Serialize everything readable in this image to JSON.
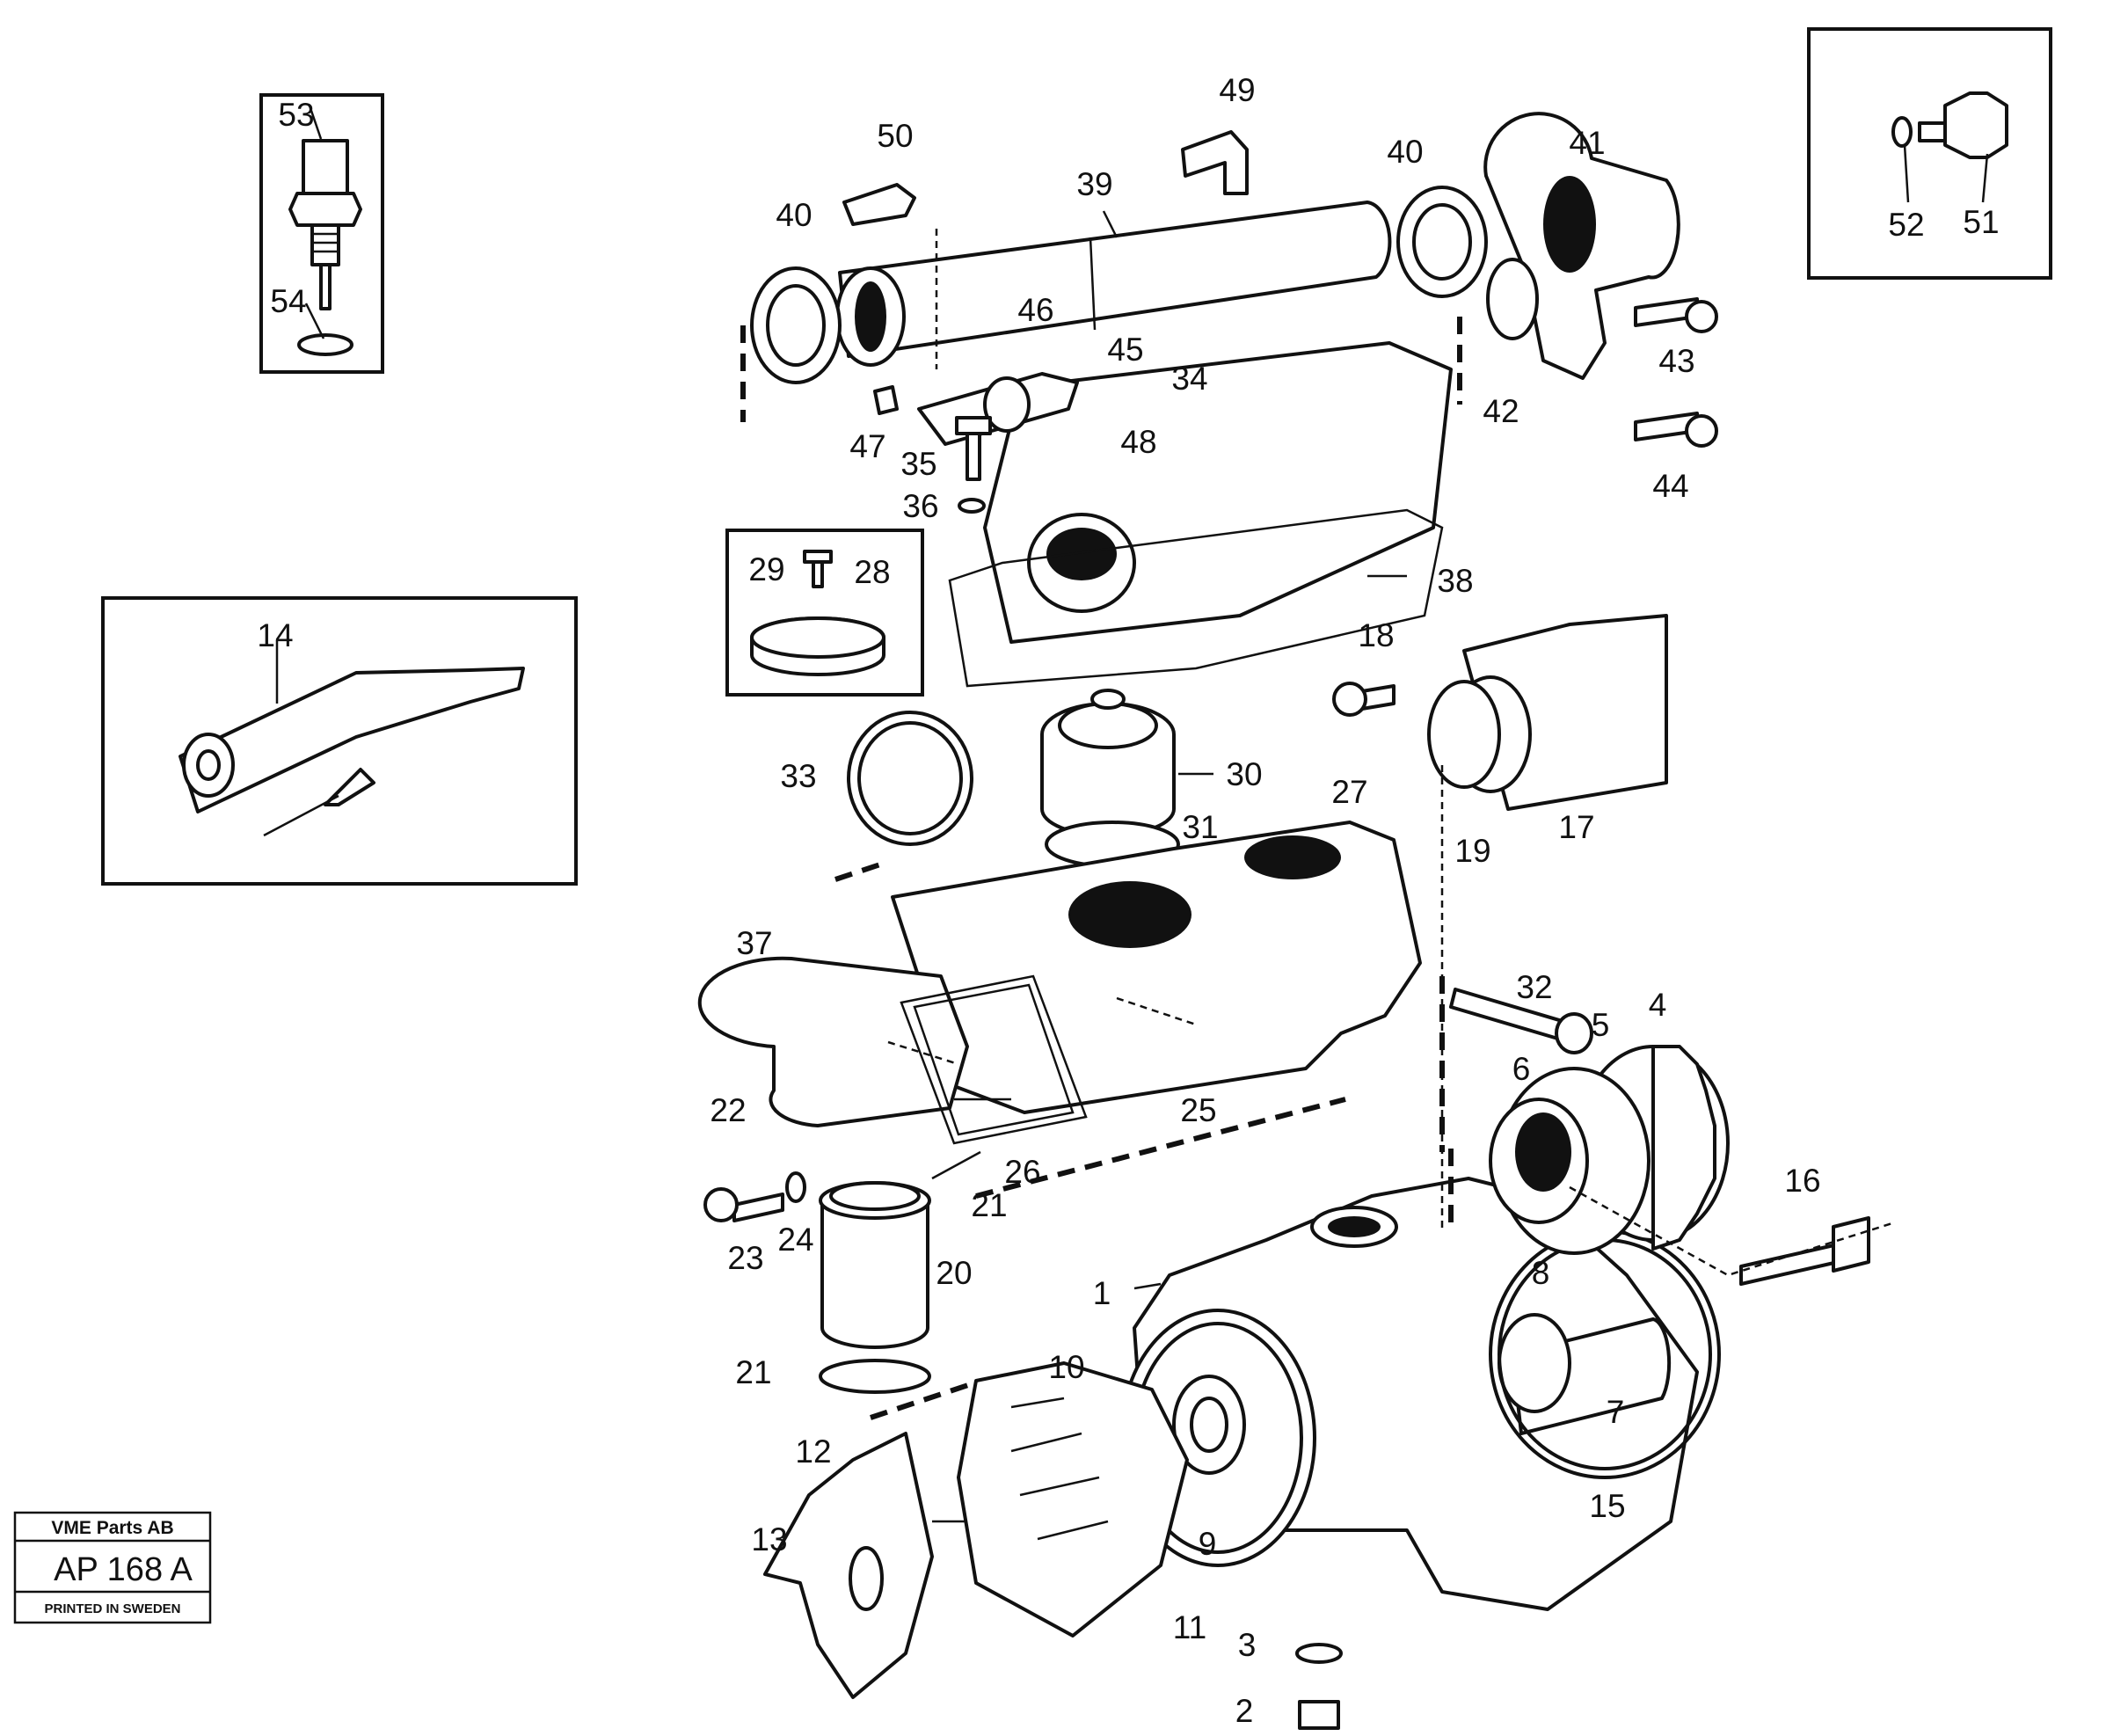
{
  "stamp": {
    "company": "VME Parts AB",
    "code": "AP 168 A",
    "printed": "PRINTED IN SWEDEN"
  },
  "labels": [
    {
      "id": "1",
      "text": "1"
    },
    {
      "id": "2",
      "text": "2"
    },
    {
      "id": "3",
      "text": "3"
    },
    {
      "id": "4",
      "text": "4"
    },
    {
      "id": "5",
      "text": "5"
    },
    {
      "id": "6",
      "text": "6"
    },
    {
      "id": "7",
      "text": "7"
    },
    {
      "id": "8",
      "text": "8"
    },
    {
      "id": "9",
      "text": "9"
    },
    {
      "id": "10",
      "text": "10"
    },
    {
      "id": "11",
      "text": "11"
    },
    {
      "id": "12",
      "text": "12"
    },
    {
      "id": "13",
      "text": "13"
    },
    {
      "id": "14",
      "text": "14"
    },
    {
      "id": "15",
      "text": "15"
    },
    {
      "id": "16",
      "text": "16"
    },
    {
      "id": "17",
      "text": "17"
    },
    {
      "id": "18",
      "text": "18"
    },
    {
      "id": "19",
      "text": "19"
    },
    {
      "id": "20",
      "text": "20"
    },
    {
      "id": "21a",
      "text": "21"
    },
    {
      "id": "21b",
      "text": "21"
    },
    {
      "id": "22",
      "text": "22"
    },
    {
      "id": "23",
      "text": "23"
    },
    {
      "id": "24",
      "text": "24"
    },
    {
      "id": "25",
      "text": "25"
    },
    {
      "id": "26",
      "text": "26"
    },
    {
      "id": "27",
      "text": "27"
    },
    {
      "id": "28",
      "text": "28"
    },
    {
      "id": "29",
      "text": "29"
    },
    {
      "id": "30",
      "text": "30"
    },
    {
      "id": "31",
      "text": "31"
    },
    {
      "id": "32",
      "text": "32"
    },
    {
      "id": "33",
      "text": "33"
    },
    {
      "id": "34",
      "text": "34"
    },
    {
      "id": "35",
      "text": "35"
    },
    {
      "id": "36",
      "text": "36"
    },
    {
      "id": "37",
      "text": "37"
    },
    {
      "id": "38",
      "text": "38"
    },
    {
      "id": "39",
      "text": "39"
    },
    {
      "id": "40a",
      "text": "40"
    },
    {
      "id": "40b",
      "text": "40"
    },
    {
      "id": "41",
      "text": "41"
    },
    {
      "id": "42",
      "text": "42"
    },
    {
      "id": "43",
      "text": "43"
    },
    {
      "id": "44",
      "text": "44"
    },
    {
      "id": "45",
      "text": "45"
    },
    {
      "id": "46",
      "text": "46"
    },
    {
      "id": "47",
      "text": "47"
    },
    {
      "id": "48",
      "text": "48"
    },
    {
      "id": "49",
      "text": "49"
    },
    {
      "id": "50",
      "text": "50"
    },
    {
      "id": "51",
      "text": "51"
    },
    {
      "id": "52",
      "text": "52"
    },
    {
      "id": "53",
      "text": "53"
    },
    {
      "id": "54",
      "text": "54"
    }
  ]
}
